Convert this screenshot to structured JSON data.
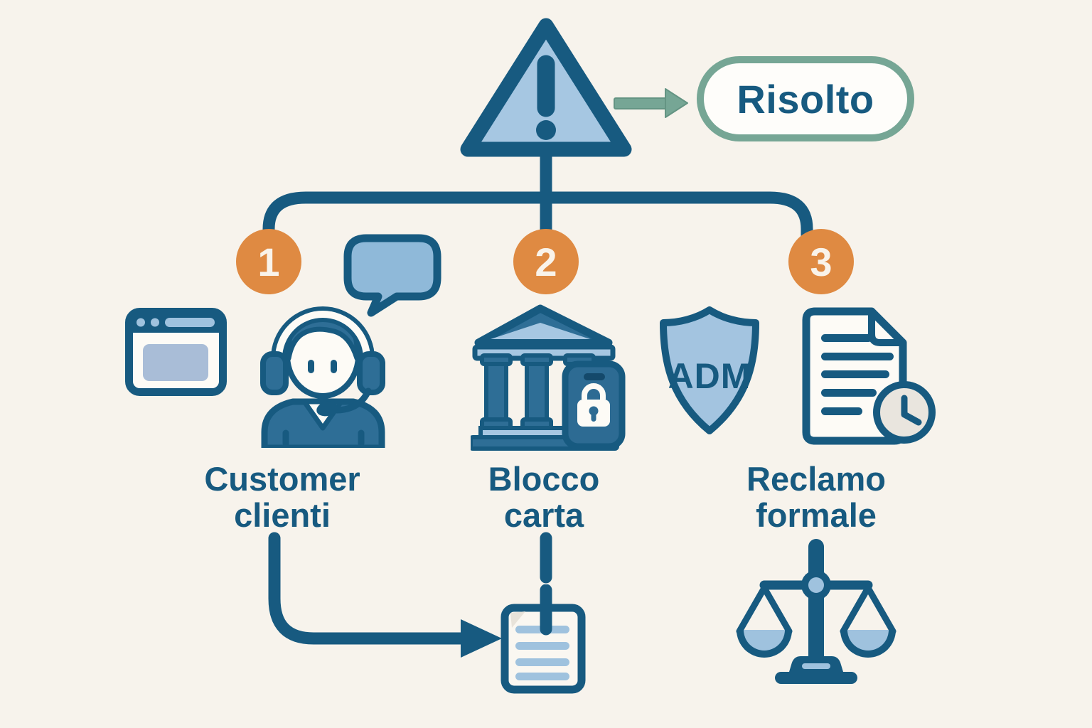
{
  "diagram": {
    "type": "flowchart",
    "background_color": "#f7f3ec",
    "colors": {
      "outline_dark_blue": "#175a80",
      "fill_medium_blue": "#2e6e96",
      "fill_light_blue": "#a6c7e2",
      "step_circle_orange": "#df8a42",
      "resolved_teal": "#76a695",
      "paper_white": "#fdfbf6"
    },
    "root": {
      "icon": "warning-triangle-icon"
    },
    "resolved_badge": {
      "label": "Risolto"
    },
    "steps": [
      {
        "number": "1",
        "label_line1": "Customer",
        "label_line2": "clienti",
        "icons": [
          "browser-window-icon",
          "speech-bubble-icon",
          "support-agent-icon"
        ]
      },
      {
        "number": "2",
        "label_line1": "Blocco",
        "label_line2": "carta",
        "icons": [
          "bank-icon",
          "phone-lock-icon"
        ]
      },
      {
        "number": "3",
        "label_line1": "Reclamo",
        "label_line2": "formale",
        "icons": [
          "adm-shield-icon",
          "document-clock-icon"
        ]
      }
    ],
    "shield_text": "ADM",
    "outcomes": [
      {
        "from_step": "1",
        "icon": "note-icon"
      },
      {
        "from_step": "3",
        "icon": "scales-icon"
      }
    ]
  }
}
